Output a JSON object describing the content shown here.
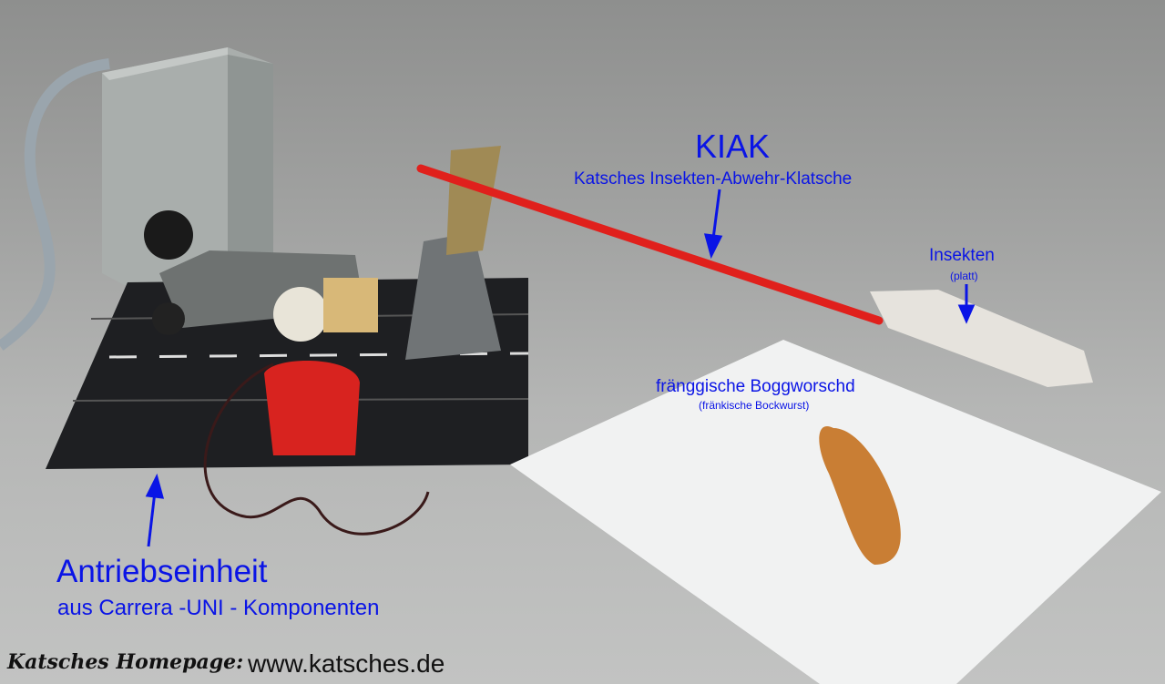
{
  "annotations": {
    "kiak_title": "KIAK",
    "kiak_subtitle": "Katsches Insekten-Abwehr-Klatsche",
    "insects_title": "Insekten",
    "insects_subtitle": "(platt)",
    "sausage_title": "fränggische Boggworschd",
    "sausage_subtitle": "(fränkische Bockwurst)",
    "drive_title": "Antriebseinheit",
    "drive_subtitle": "aus Carrera -UNI - Komponenten"
  },
  "footer": {
    "homepage_label": "Katsches Homepage:",
    "url": "www.katsches.de"
  },
  "colors": {
    "annotation": "#0a14e6",
    "swatter_handle": "#e0201c",
    "background": "#a3a4a3"
  }
}
